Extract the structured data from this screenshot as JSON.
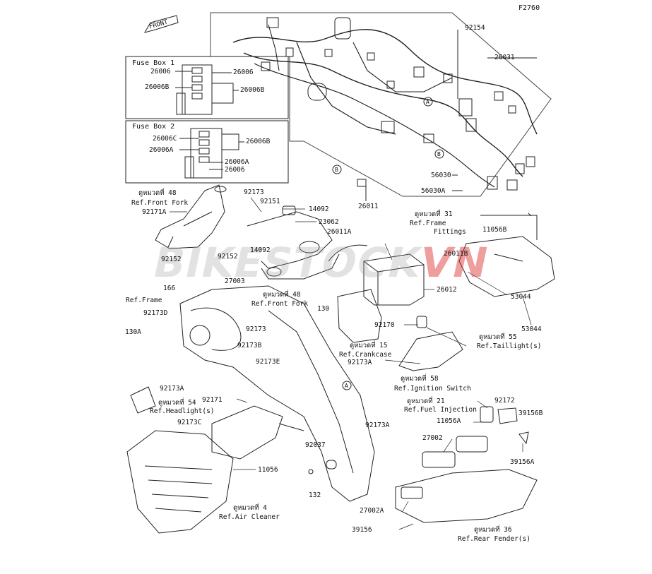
{
  "diagram_code": "F2760",
  "watermark": {
    "main": "BIKESTOCK",
    "suffix": "VN"
  },
  "front_badge": "FRONT",
  "fuse_box_1": {
    "title": "Fuse Box 1",
    "left": [
      "26006",
      "26006B"
    ],
    "right": [
      "26006",
      "26006B"
    ]
  },
  "fuse_box_2": {
    "title": "Fuse Box 2",
    "left": [
      "26006C",
      "26006A"
    ],
    "right": [
      "26006B",
      "26006A",
      "26006"
    ]
  },
  "part_numbers": {
    "p92154": "92154",
    "p26031": "26031",
    "p56030": "56030",
    "p56030A": "56030A",
    "p26011": "26011",
    "p92173_top": "92173",
    "p92151": "92151",
    "p14092_a": "14092",
    "p23062": "23062",
    "p14092_b": "14092",
    "p92171A": "92171A",
    "p92152_a": "92152",
    "p92152_b": "92152",
    "p166": "166",
    "p27003": "27003",
    "p92173D": "92173D",
    "p130A": "130A",
    "p130": "130",
    "p26011A": "26011A",
    "p26011B": "26011B",
    "p11056B": "11056B",
    "p26012": "26012",
    "p53044_a": "53044",
    "p53044_b": "53044",
    "p92170": "92170",
    "p92173_mid": "92173",
    "p92173B": "92173B",
    "p92173E": "92173E",
    "p92173A_left": "92173A",
    "p92173A_mid": "92173A",
    "p92173A_bot": "92173A",
    "p92171": "92171",
    "p92173C": "92173C",
    "p92172": "92172",
    "p39156B": "39156B",
    "p11056A": "11056A",
    "p27002": "27002",
    "p39156A": "39156A",
    "p92037": "92037",
    "p132": "132",
    "p11056": "11056",
    "p27002A": "27002A",
    "p39156": "39156"
  },
  "references": {
    "front_fork_1": {
      "th": "ดูหมวดที่ 48",
      "en": "Ref.Front Fork"
    },
    "front_fork_2": {
      "th": "ดูหมวดที่ 48",
      "en": "Ref.Front Fork"
    },
    "frame": {
      "en": "Ref.Frame"
    },
    "frame_fittings": {
      "th": "ดูหมวดที่ 31",
      "en1": "Ref.Frame",
      "en2": "Fittings"
    },
    "crankcase": {
      "th": "ดูหมวดที่ 15",
      "en": "Ref.Crankcase"
    },
    "taillight": {
      "th": "ดูหมวดที่ 55",
      "en": "Ref.Taillight(s)"
    },
    "ignition": {
      "th": "ดูหมวดที่ 58",
      "en": "Ref.Ignition Switch"
    },
    "headlight": {
      "th": "ดูหมวดที่ 54",
      "en": "Ref.Headlight(s)"
    },
    "fuel_injection": {
      "th": "ดูหมวดที่ 21",
      "en": "Ref.Fuel Injection"
    },
    "air_cleaner": {
      "th": "ดูหมวดที่ 4",
      "en": "Ref.Air Cleaner"
    },
    "rear_fender": {
      "th": "ดูหมวดที่ 36",
      "en": "Ref.Rear Fender(s)"
    }
  },
  "callouts": {
    "a1": "A",
    "a2": "A",
    "b1": "B",
    "b2": "B"
  }
}
